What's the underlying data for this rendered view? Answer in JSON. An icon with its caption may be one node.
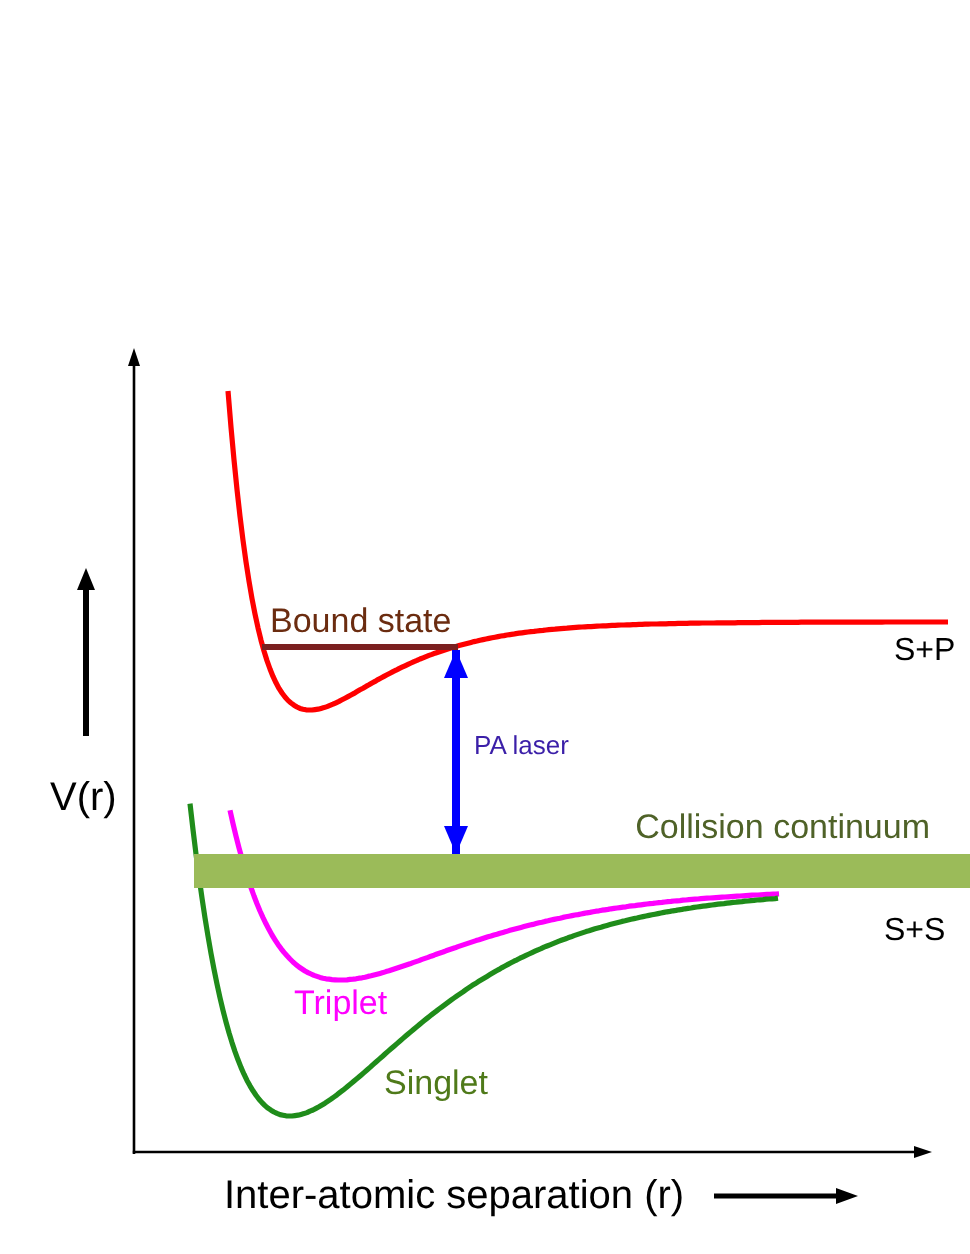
{
  "diagram": {
    "nodes": [
      {
        "text": [
          "Bound state"
        ]
      },
      {
        "text": [
          "Collision continuum"
        ]
      }
    ],
    "edges": [
      {
        "from": 0,
        "to": 1,
        "arrow": "both",
        "label": "PA laser"
      }
    ],
    "labels": [
      "S+P",
      "V(r)",
      "S+S",
      "Triplet",
      "Singlet",
      "Inter-atomic separation (r)"
    ]
  }
}
